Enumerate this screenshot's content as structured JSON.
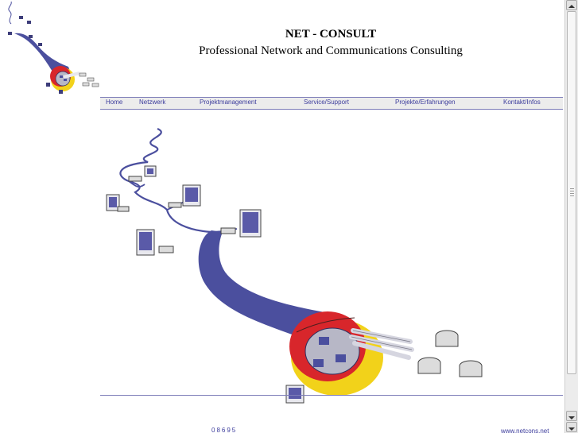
{
  "header": {
    "title": "NET - CONSULT",
    "subtitle": "Professional Network and Communications Consulting"
  },
  "nav": {
    "items": [
      {
        "label": "Home"
      },
      {
        "label": "Netzwerk"
      },
      {
        "label": "Projektmanagement"
      },
      {
        "label": "Service/Support"
      },
      {
        "label": "Projekte/Erfahrungen"
      },
      {
        "label": "Kontakt/Infos"
      }
    ]
  },
  "footer": {
    "counter": "08695",
    "url": "www.netcons.net"
  },
  "colors": {
    "accent": "#3c3c9c",
    "cable": "#4b4f9e",
    "ring_red": "#d8262b",
    "ring_yellow": "#f2d21a",
    "core_gray": "#b7b7c6"
  }
}
